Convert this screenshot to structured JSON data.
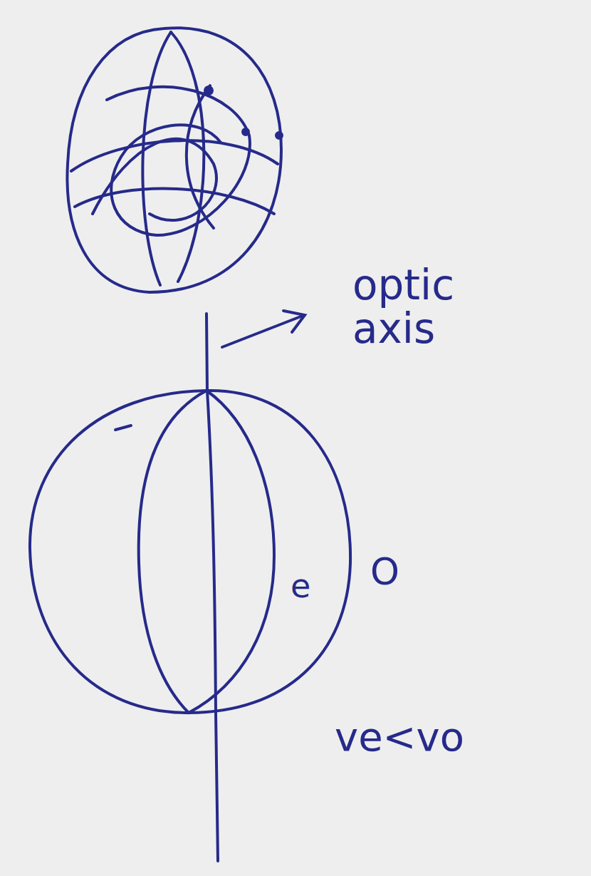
{
  "diagram": {
    "labels": [
      "optic axis",
      "e",
      "O",
      "ve<vo"
    ]
  }
}
